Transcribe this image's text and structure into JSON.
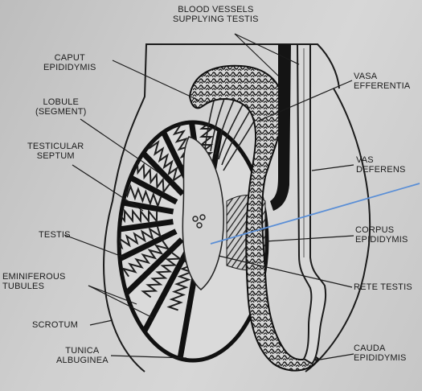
{
  "labels": {
    "blood_vessels": "BLOOD VESSELS\nSUPPLYING TESTIS",
    "caput_epididymis": "CAPUT\nEPIDIDYMIS",
    "lobule": "LOBULE\n(SEGMENT)",
    "testicular_septum": "TESTICULAR\nSEPTUM",
    "testis": "TESTIS",
    "seminiferous_tubules": "EMINIFEROUS\nTUBULES",
    "scrotum": "SCROTUM",
    "tunica_albuginea": "TUNICA\nALBUGINEA",
    "vasa_efferentia": "VASA\nEFFERENTIA",
    "vas_deferens": "VAS\nDEFERENS",
    "corpus_epididymis": "CORPUS\nEPIDIDYMIS",
    "rete_testis": "RETE TESTIS",
    "cauda_epididymis": "CAUDA\nEPIDIDYMIS"
  },
  "colors": {
    "ink": "#1b1b1b",
    "pointer_line": "#5b8fd6"
  }
}
